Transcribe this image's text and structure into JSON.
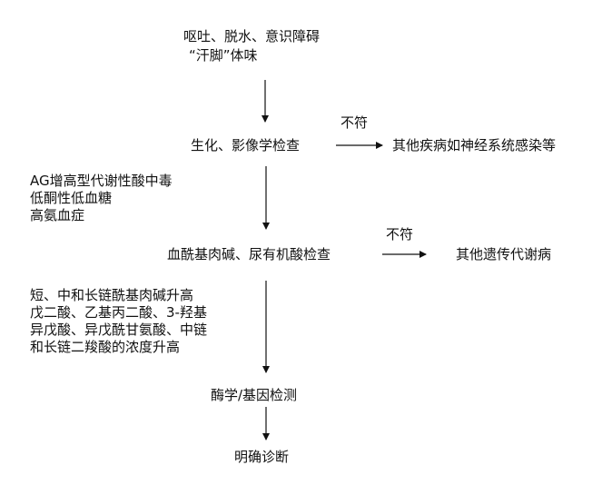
{
  "nodes": {
    "symptoms_line1": "呕吐、脱水、意识障碍",
    "symptoms_line2": "“汗脚”体味",
    "biochem_imaging": "生化、影像学检查",
    "other_disease": "其他疾病如神经系统感染等",
    "carnitine_urine": "血酰基肉碱、尿有机酸检查",
    "other_metabolic": "其他遗传代谢病",
    "enzyme_gene": "酶学/基因检测",
    "diagnosis": "明确诊断"
  },
  "edge_labels": {
    "mismatch_1": "不符",
    "mismatch_2": "不符"
  },
  "notes": {
    "lab_findings": [
      "AG增高型代谢性酸中毒",
      "低酮性低血糖",
      "高氨血症"
    ],
    "metabolite_findings": [
      "短、中和长链酰基肉碱升高",
      "戊二酸、乙基丙二酸、3-羟基",
      "异戊酸、异戊酰甘氨酸、中链",
      "和长链二羧酸的浓度升高"
    ]
  },
  "colors": {
    "text": "#111111",
    "arrow": "#111111",
    "background": "#ffffff"
  }
}
